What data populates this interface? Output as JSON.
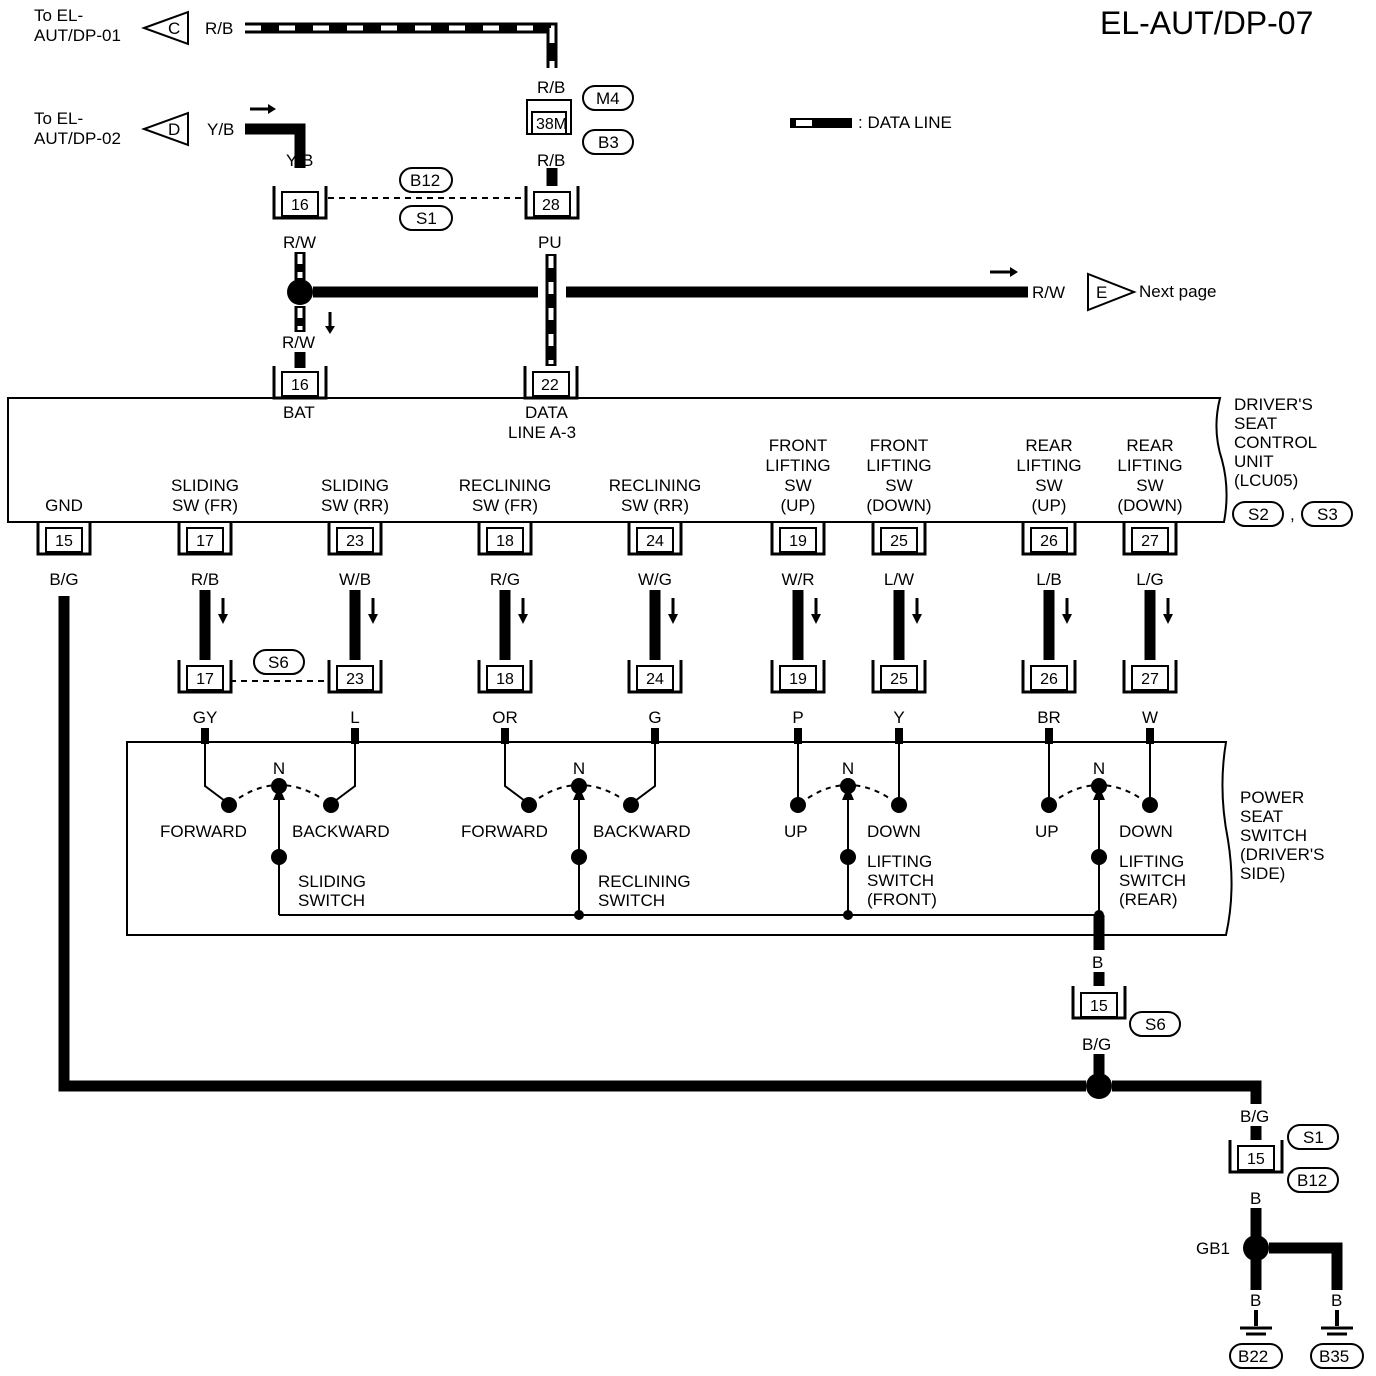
{
  "title": "EL-AUT/DP-07",
  "legend": {
    "data_line": ": DATA LINE"
  },
  "refs": {
    "c": {
      "letter": "C",
      "text_line1": "To EL-",
      "text_line2": "AUT/DP-01",
      "wire": "R/B"
    },
    "d": {
      "letter": "D",
      "text_line1": "To EL-",
      "text_line2": "AUT/DP-02",
      "wire": "Y/B"
    },
    "e": {
      "letter": "E",
      "text": "Next page",
      "wire": "R/W"
    }
  },
  "top": {
    "connector_38m": "38M",
    "m4": "M4",
    "b3": "B3",
    "rb_upper": "R/B",
    "rb_lower": "R/B",
    "yb": "Y/B",
    "pin16": "16",
    "pin28": "28",
    "b12": "B12",
    "s1": "S1",
    "rw": "R/W",
    "pu": "PU",
    "rw2": "R/W",
    "bat_pin": "16",
    "bat": "BAT",
    "data_pin": "22",
    "data_line_1": "DATA",
    "data_line_2": "LINE A-3"
  },
  "unit": {
    "label": [
      "DRIVER'S",
      "SEAT",
      "CONTROL",
      "UNIT",
      "(LCU05)"
    ],
    "s2": "S2",
    "s3": "S3",
    "comma": ","
  },
  "terminals": [
    {
      "name_lines": [
        "GND"
      ],
      "pin": "15",
      "wire": "B/G"
    },
    {
      "name_lines": [
        "SLIDING",
        "SW (FR)"
      ],
      "pin": "17",
      "wire": "R/B",
      "lower_pin": "17",
      "lower_wire": "GY"
    },
    {
      "name_lines": [
        "SLIDING",
        "SW (RR)"
      ],
      "pin": "23",
      "wire": "W/B",
      "lower_pin": "23",
      "lower_wire": "L"
    },
    {
      "name_lines": [
        "RECLINING",
        "SW (FR)"
      ],
      "pin": "18",
      "wire": "R/G",
      "lower_pin": "18",
      "lower_wire": "OR"
    },
    {
      "name_lines": [
        "RECLINING",
        "SW (RR)"
      ],
      "pin": "24",
      "wire": "W/G",
      "lower_pin": "24",
      "lower_wire": "G"
    },
    {
      "name_lines": [
        "FRONT",
        "LIFTING",
        "SW",
        "(UP)"
      ],
      "pin": "19",
      "wire": "W/R",
      "lower_pin": "19",
      "lower_wire": "P"
    },
    {
      "name_lines": [
        "FRONT",
        "LIFTING",
        "SW",
        "(DOWN)"
      ],
      "pin": "25",
      "wire": "L/W",
      "lower_pin": "25",
      "lower_wire": "Y"
    },
    {
      "name_lines": [
        "REAR",
        "LIFTING",
        "SW",
        "(UP)"
      ],
      "pin": "26",
      "wire": "L/B",
      "lower_pin": "26",
      "lower_wire": "BR"
    },
    {
      "name_lines": [
        "REAR",
        "LIFTING",
        "SW",
        "(DOWN)"
      ],
      "pin": "27",
      "wire": "L/G",
      "lower_pin": "27",
      "lower_wire": "W"
    }
  ],
  "s6_upper": "S6",
  "switch_box": {
    "label": [
      "POWER",
      "SEAT",
      "SWITCH",
      "(DRIVER'S",
      " SIDE)"
    ],
    "switches": [
      {
        "n": "N",
        "left": "FORWARD",
        "right": "BACKWARD",
        "name_lines": [
          "SLIDING",
          "SWITCH"
        ]
      },
      {
        "n": "N",
        "left": "FORWARD",
        "right": "BACKWARD",
        "name_lines": [
          "RECLINING",
          "SWITCH"
        ]
      },
      {
        "n": "N",
        "left": "UP",
        "right": "DOWN",
        "name_lines": [
          "LIFTING",
          "SWITCH",
          "(FRONT)"
        ]
      },
      {
        "n": "N",
        "left": "UP",
        "right": "DOWN",
        "name_lines": [
          "LIFTING",
          "SWITCH",
          "(REAR)"
        ]
      }
    ]
  },
  "bottom": {
    "b_wire": "B",
    "pin15": "15",
    "s6": "S6",
    "bg1": "B/G",
    "bg2": "B/G",
    "pin15b": "15",
    "s1": "S1",
    "b12": "B12",
    "b_mid": "B",
    "gb1": "GB1",
    "b_left": "B",
    "b_right": "B",
    "b22": "B22",
    "b35": "B35"
  }
}
